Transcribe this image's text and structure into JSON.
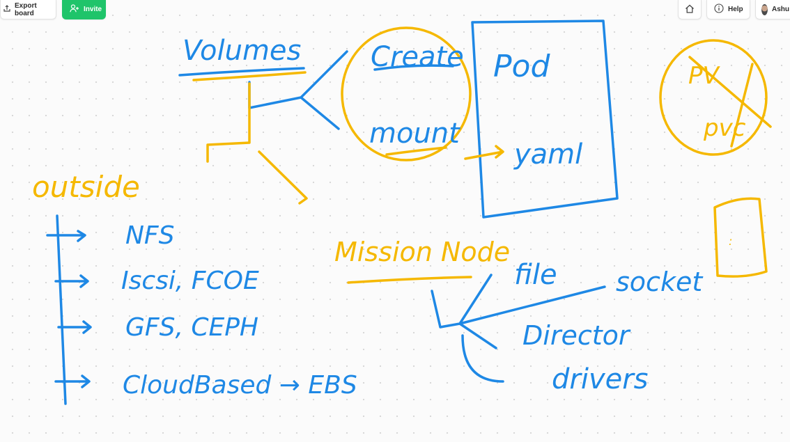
{
  "toolbar": {
    "export_label": "Export board",
    "invite_label": "Invite",
    "help_label": "Help",
    "user_label": "Ashu",
    "icons": {
      "export": "export-icon",
      "invite": "add-user-icon",
      "home": "home-icon",
      "help": "info-icon",
      "avatar": "avatar"
    }
  },
  "colors": {
    "blue_ink": "#1e88e5",
    "yellow_ink": "#f5b800",
    "invite_green": "#1fc46a"
  },
  "board": {
    "volumes": "Volumes",
    "create": "Create",
    "mount": "mount",
    "pod": "Pod",
    "yaml": "yaml",
    "pv": "PV",
    "pvc": "pvc",
    "outside": "outside",
    "outside_items": [
      "NFS",
      "Iscsi, FCOE",
      "GFS, CEPH",
      "CloudBased → EBS"
    ],
    "mission_node": "Mission Node",
    "file": "file",
    "socket": "socket",
    "directory": "Director",
    "drivers": "drivers"
  }
}
